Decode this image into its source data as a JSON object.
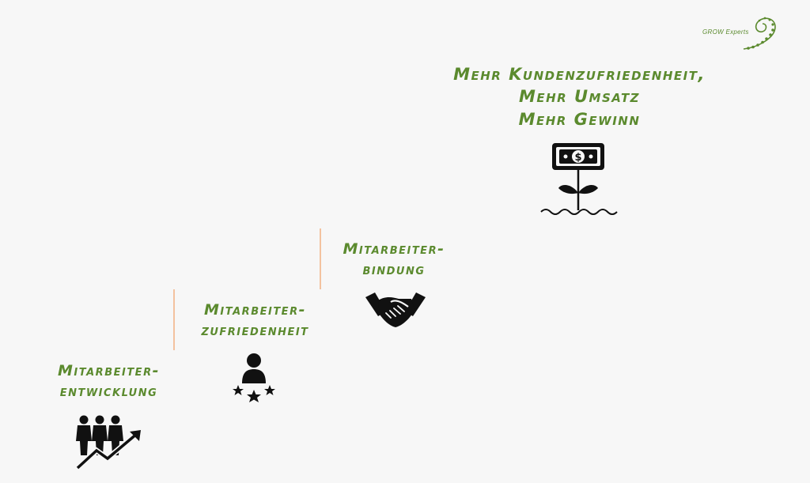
{
  "brand": {
    "name": "GROW Experts",
    "accent_color": "#5b8a2e"
  },
  "colors": {
    "label": "#5b8a2e",
    "stairs": "#e8803f",
    "icons": "#111111"
  },
  "steps": [
    {
      "id": "entwicklung",
      "label_line1": "Mitarbeiter-",
      "label_line2": "entwicklung",
      "icon": "team-growth-icon"
    },
    {
      "id": "zufriedenheit",
      "label_line1": "Mitarbeiter-",
      "label_line2": "zufriedenheit",
      "icon": "person-stars-icon"
    },
    {
      "id": "bindung",
      "label_line1": "Mitarbeiter-",
      "label_line2": "bindung",
      "icon": "handshake-icon"
    }
  ],
  "goal": {
    "line1": "Mehr Kundenzufriedenheit,",
    "line2": "Mehr Umsatz",
    "line3": "Mehr Gewinn",
    "icon": "money-plant-icon"
  }
}
